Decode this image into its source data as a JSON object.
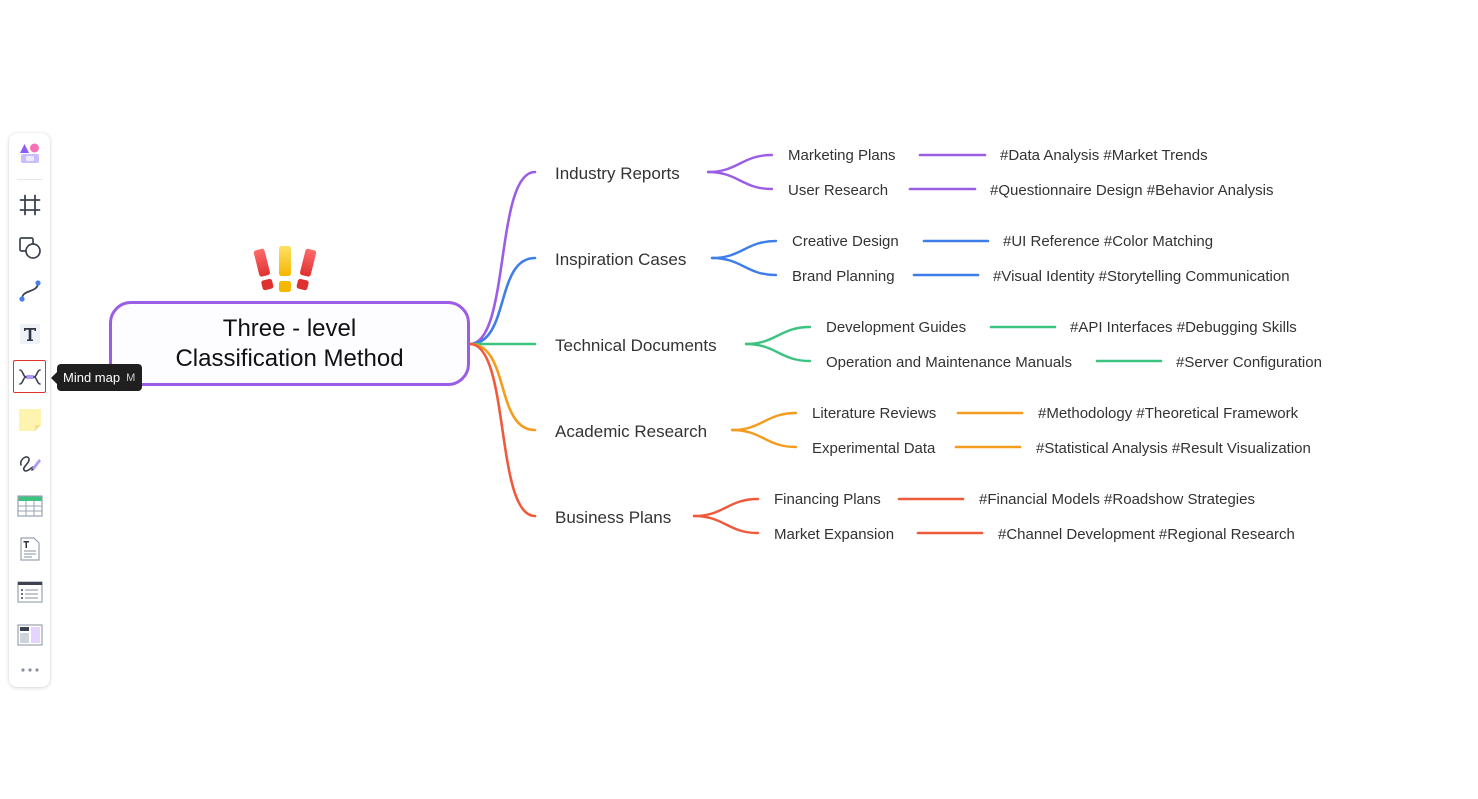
{
  "toolbar": {
    "tools": [
      {
        "name": "logo",
        "icon": "app-logo-icon"
      },
      {
        "name": "frame",
        "icon": "frame-icon"
      },
      {
        "name": "shape",
        "icon": "shape-icon"
      },
      {
        "name": "connector",
        "icon": "connector-icon"
      },
      {
        "name": "text",
        "icon": "text-icon"
      },
      {
        "name": "mind-map",
        "icon": "mind-map-icon",
        "selected": true
      },
      {
        "name": "sticky-note",
        "icon": "sticky-note-icon"
      },
      {
        "name": "pen",
        "icon": "pen-icon"
      },
      {
        "name": "table",
        "icon": "table-icon"
      },
      {
        "name": "document",
        "icon": "document-icon"
      },
      {
        "name": "list",
        "icon": "list-icon"
      },
      {
        "name": "template",
        "icon": "template-icon"
      },
      {
        "name": "more",
        "icon": "more-icon"
      }
    ]
  },
  "tooltip": {
    "label": "Mind map",
    "shortcut": "M"
  },
  "mindmap": {
    "root": {
      "line1": "Three - level",
      "line2": "Classification Method",
      "border_color": "#9b5de5",
      "emoji": "triple-exclamation-icon"
    },
    "branches": [
      {
        "label": "Industry Reports",
        "color": "#9b5de5",
        "children": [
          {
            "label": "Marketing Plans",
            "tags": "#Data Analysis #Market Trends"
          },
          {
            "label": "User Research",
            "tags": "#Questionnaire Design #Behavior Analysis"
          }
        ]
      },
      {
        "label": "Inspiration Cases",
        "color": "#3f7ee8",
        "children": [
          {
            "label": "Creative Design",
            "tags": "#UI Reference #Color Matching"
          },
          {
            "label": "Brand Planning",
            "tags": "#Visual Identity #Storytelling Communication"
          }
        ]
      },
      {
        "label": "Technical Documents",
        "color": "#3cc380",
        "children": [
          {
            "label": "Development Guides",
            "tags": "#API Interfaces #Debugging Skills"
          },
          {
            "label": "Operation and Maintenance Manuals",
            "tags": "#Server Configuration"
          }
        ]
      },
      {
        "label": "Academic Research",
        "color": "#f39c1f",
        "children": [
          {
            "label": "Literature Reviews",
            "tags": "#Methodology #Theoretical Framework"
          },
          {
            "label": "Experimental Data",
            "tags": "#Statistical Analysis #Result Visualization"
          }
        ]
      },
      {
        "label": "Business Plans",
        "color": "#ef5a3c",
        "children": [
          {
            "label": "Financing Plans",
            "tags": "#Financial Models #Roadshow Strategies"
          },
          {
            "label": "Market Expansion",
            "tags": "#Channel Development #Regional Research"
          }
        ]
      }
    ]
  }
}
